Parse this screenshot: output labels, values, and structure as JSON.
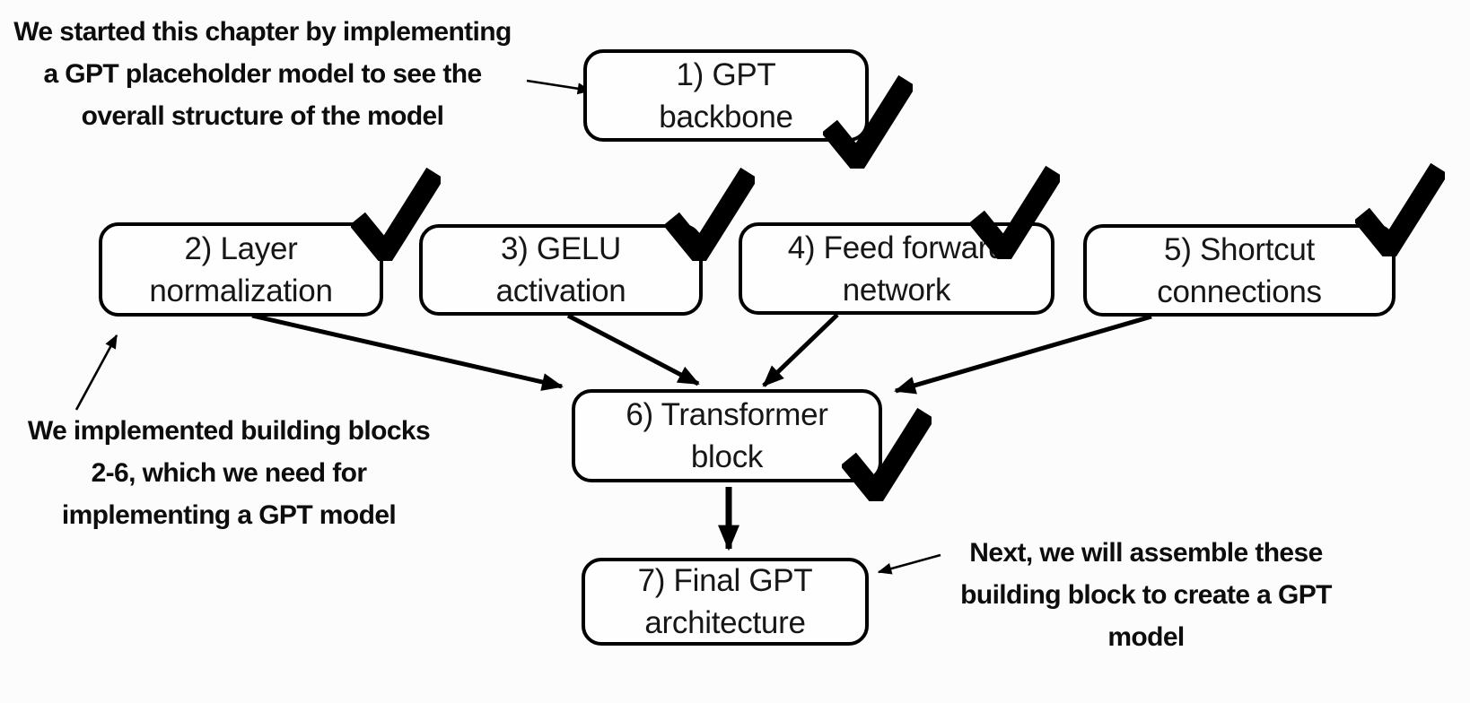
{
  "canvas": {
    "background_color": "#fcfcfc",
    "stroke_color": "#000000",
    "text_color": "#161616"
  },
  "boxes": [
    {
      "id": "gpt-backbone",
      "line1": "1) GPT",
      "line2": "backbone",
      "checked": true
    },
    {
      "id": "layer-normalization",
      "line1": "2) Layer",
      "line2": "normalization",
      "checked": true
    },
    {
      "id": "gelu-activation",
      "line1": "3) GELU",
      "line2": "activation",
      "checked": true
    },
    {
      "id": "feed-forward-network",
      "line1": "4) Feed forward",
      "line2": "network",
      "checked": true
    },
    {
      "id": "shortcut-connections",
      "line1": "5) Shortcut",
      "line2": "connections",
      "checked": true
    },
    {
      "id": "transformer-block",
      "line1": "6) Transformer",
      "line2": "block",
      "checked": true
    },
    {
      "id": "final-gpt-architecture",
      "line1": "7) Final GPT",
      "line2": "architecture",
      "checked": false
    }
  ],
  "annotations": {
    "top_left": {
      "lines": [
        "We started this chapter by implementing",
        "a GPT placeholder model to see the",
        "overall structure of the model"
      ]
    },
    "left": {
      "lines": [
        "We implemented building blocks",
        "2-6, which we need for",
        "implementing a GPT model"
      ]
    },
    "bottom_right": {
      "lines": [
        "Next, we will assemble these",
        "building block to create a GPT",
        "model"
      ]
    }
  },
  "icons": {
    "checkmark": "✓"
  }
}
